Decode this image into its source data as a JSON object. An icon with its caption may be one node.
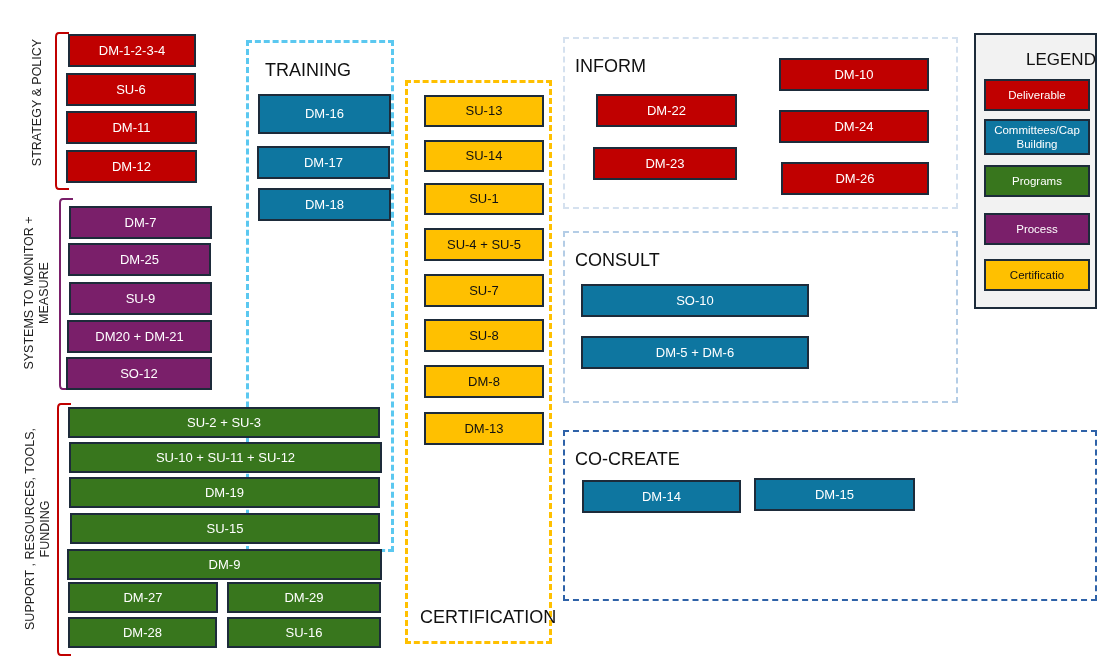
{
  "diagram": {
    "nodes": [
      {
        "text": [
          "DM-1-2-3-4"
        ]
      },
      {
        "text": [
          "SU-6"
        ]
      },
      {
        "text": [
          "DM-11"
        ]
      },
      {
        "text": [
          "DM-12"
        ]
      },
      {
        "text": [
          "DM-7"
        ]
      },
      {
        "text": [
          "DM-25"
        ]
      },
      {
        "text": [
          "SU-9"
        ]
      },
      {
        "text": [
          "DM20 + DM-21"
        ]
      },
      {
        "text": [
          "SO-12"
        ]
      },
      {
        "text": [
          "TRAINING"
        ]
      },
      {
        "text": [
          "DM-16"
        ],
        "in": 9
      },
      {
        "text": [
          "DM-17"
        ],
        "in": 9
      },
      {
        "text": [
          "DM-18"
        ],
        "in": 9
      },
      {
        "text": [
          "SU-2 + SU-3"
        ]
      },
      {
        "text": [
          "SU-10 + SU-11 + SU-12"
        ]
      },
      {
        "text": [
          "DM-19"
        ]
      },
      {
        "text": [
          "SU-15"
        ]
      },
      {
        "text": [
          "DM-9"
        ]
      },
      {
        "text": [
          "DM-27"
        ]
      },
      {
        "text": [
          "DM-29"
        ]
      },
      {
        "text": [
          "DM-28"
        ]
      },
      {
        "text": [
          "SU-16"
        ]
      },
      {
        "text": [
          "CERTIFICATION"
        ]
      },
      {
        "text": [
          "SU-13"
        ],
        "in": 22
      },
      {
        "text": [
          "SU-14"
        ],
        "in": 22
      },
      {
        "text": [
          "SU-1"
        ],
        "in": 22
      },
      {
        "text": [
          "SU-4 + SU-5"
        ],
        "in": 22
      },
      {
        "text": [
          "SU-7"
        ],
        "in": 22
      },
      {
        "text": [
          "SU-8"
        ],
        "in": 22
      },
      {
        "text": [
          "DM-8"
        ],
        "in": 22
      },
      {
        "text": [
          "DM-13"
        ],
        "in": 22
      },
      {
        "text": [
          "INFORM"
        ]
      },
      {
        "text": [
          "DM-10"
        ],
        "in": 31
      },
      {
        "text": [
          "DM-22"
        ],
        "in": 31
      },
      {
        "text": [
          "DM-24"
        ],
        "in": 31
      },
      {
        "text": [
          "DM-23"
        ],
        "in": 31
      },
      {
        "text": [
          "DM-26"
        ],
        "in": 31
      },
      {
        "text": [
          "CONSULT"
        ]
      },
      {
        "text": [
          "SO-10"
        ],
        "in": 37
      },
      {
        "text": [
          "DM-5 + DM-6"
        ],
        "in": 37
      },
      {
        "text": [
          "CO-CREATE"
        ]
      },
      {
        "text": [
          "DM-14"
        ],
        "in": 40
      },
      {
        "text": [
          "DM-15"
        ],
        "in": 40
      }
    ],
    "edges": [],
    "labels": [
      "STRATEGY & POLICY",
      "SYSTEMS TO MONITOR + MEASURE",
      "SUPPORT , RESOURCES, TOOLS, FUNDING",
      "LEGEND"
    ],
    "legend": [
      {
        "text": "Deliverable",
        "color": "#c00000"
      },
      {
        "text": "Committees/Cap Building",
        "color": "#0e76a0"
      },
      {
        "text": "Programs",
        "color": "#38761d"
      },
      {
        "text": "Process",
        "color": "#7a1f6a"
      },
      {
        "text": "Certificatio",
        "color": "#ffc000"
      }
    ]
  }
}
